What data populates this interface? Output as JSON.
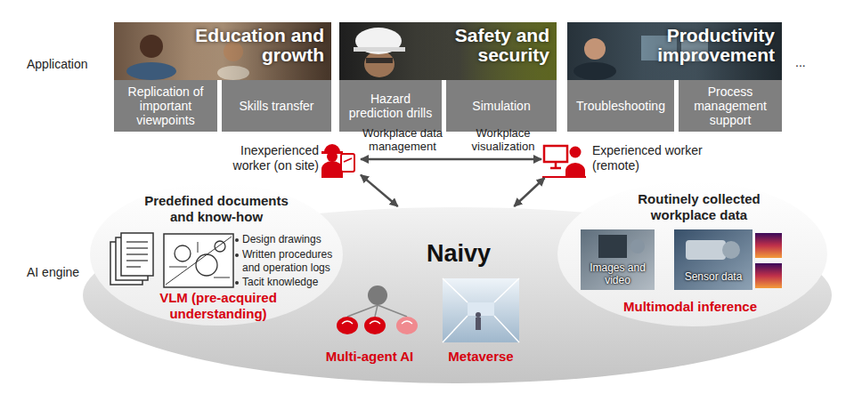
{
  "diagram": {
    "nodes": [
      {
        "text": [
          "Education and growth"
        ]
      },
      {
        "text": [
          "Replication of important viewpoints"
        ],
        "in": 0
      },
      {
        "text": [
          "Skills transfer"
        ],
        "in": 0
      },
      {
        "text": [
          "Safety and security"
        ]
      },
      {
        "text": [
          "Hazard prediction drills"
        ],
        "in": 3
      },
      {
        "text": [
          "Simulation"
        ],
        "in": 3
      },
      {
        "text": [
          "Productivity improvement"
        ]
      },
      {
        "text": [
          "Troubleshooting"
        ],
        "in": 6
      },
      {
        "text": [
          "Process management support"
        ],
        "in": 6
      },
      {
        "text": [
          "Inexperienced worker (on site)"
        ]
      },
      {
        "text": [
          "Experienced worker (remote)"
        ]
      },
      {
        "text": [
          "Naivy",
          "Multi-agent AI",
          "Metaverse"
        ]
      },
      {
        "text": [
          "Predefined documents and know-how",
          "Design drawings",
          "Written procedures and operation logs",
          "Tacit knowledge",
          "VLM (pre-acquired understanding)"
        ],
        "in": 11
      },
      {
        "text": [
          "Routinely collected workplace data",
          "Multimodal inference"
        ],
        "in": 11
      },
      {
        "text": [
          "Images and video"
        ],
        "in": 13
      },
      {
        "text": [
          "Sensor data"
        ],
        "in": 13
      }
    ],
    "edges": [
      {
        "from": 9,
        "to": 10,
        "arrow": "both"
      },
      {
        "from": 9,
        "to": 11,
        "arrow": "both"
      },
      {
        "from": 10,
        "to": 11,
        "arrow": "both"
      }
    ],
    "labels": [
      "Application",
      "...",
      "Workplace data management",
      "Workplace visualization",
      "AI engine"
    ]
  }
}
